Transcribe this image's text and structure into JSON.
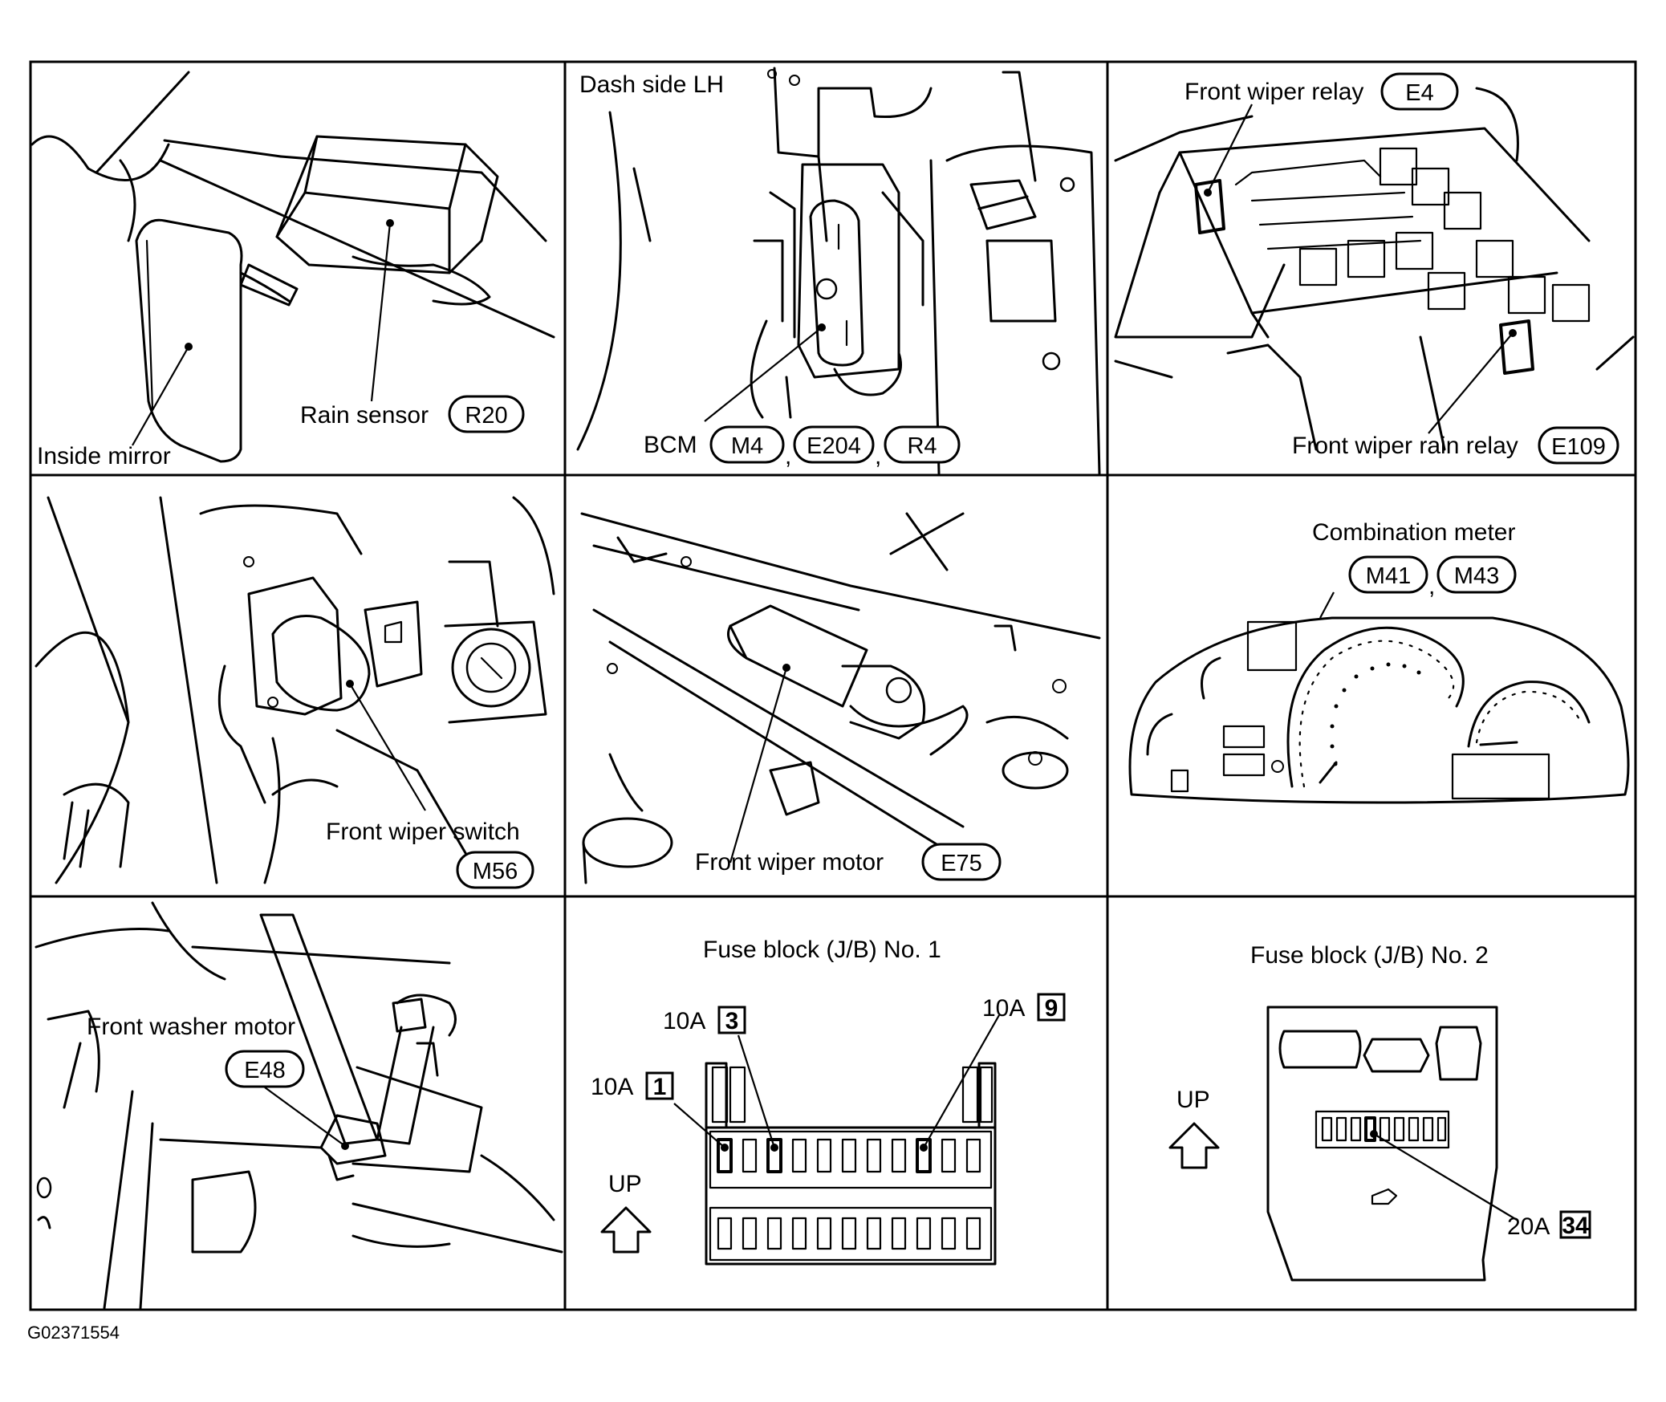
{
  "panels": {
    "mirror": {
      "inside_mirror": "Inside mirror",
      "rain_sensor": "Rain sensor",
      "rain_sensor_conn": "R20"
    },
    "dash": {
      "title": "Dash side LH",
      "bcm": "BCM",
      "conn1": "M4",
      "conn2": "E204",
      "conn3": "R4",
      "sep1": ",",
      "sep2": ","
    },
    "relays": {
      "front_wiper_relay": "Front wiper relay",
      "front_wiper_relay_conn": "E4",
      "rain_relay": "Front wiper rain relay",
      "rain_relay_conn": "E109"
    },
    "wiper_switch": {
      "label": "Front wiper switch",
      "conn": "M56"
    },
    "wiper_motor": {
      "label": "Front wiper motor",
      "conn": "E75"
    },
    "meter": {
      "label": "Combination meter",
      "conn1": "M41",
      "conn2": "M43",
      "sep": ","
    },
    "washer": {
      "label": "Front washer motor",
      "conn": "E48"
    },
    "fuse1": {
      "title": "Fuse block (J/B) No. 1",
      "up": "UP",
      "f1_amp": "10A",
      "f1_num": "1",
      "f3_amp": "10A",
      "f3_num": "3",
      "f9_amp": "10A",
      "f9_num": "9"
    },
    "fuse2": {
      "title": "Fuse block (J/B) No. 2",
      "up": "UP",
      "f34_amp": "20A",
      "f34_num": "34"
    }
  },
  "figure_code": "G02371554"
}
